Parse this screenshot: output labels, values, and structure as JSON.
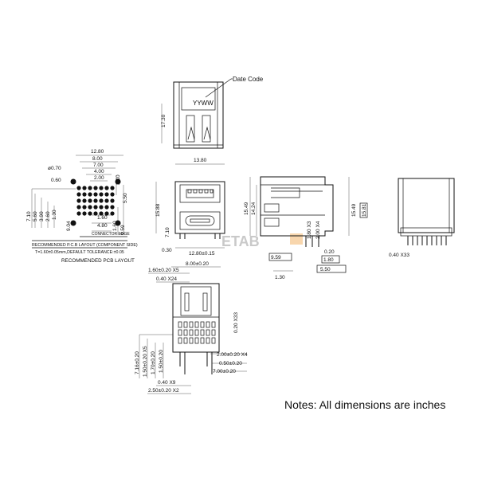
{
  "top_view": {
    "date_code_label": "Date Code",
    "yyww_label": "YYWW",
    "height_dim": "17.30"
  },
  "pcb_layout": {
    "dims_top": [
      "12.80",
      "8.00",
      "7.00",
      "4.00",
      "2.00"
    ],
    "dim_hole": "ø0.70",
    "dim_060": "0.60",
    "dim_210": "2.10",
    "dim_550": "5.50",
    "dims_left": [
      "7.10",
      "5.60",
      "3.90",
      "2.60",
      "1.30"
    ],
    "dim_904": "9.04",
    "dim_959": "9.59",
    "dim_160a": "1.60",
    "dim_480": "4.80",
    "dim_160b": "1.60",
    "connector_edge": "CONNECTOR EDGE",
    "line1": "RECOMMENDED P.C.B LAYOUT (COMPONENT SIDE)",
    "line2": "T=1.60±0.05mm,DEFAULT TOLERANCE:±0.05",
    "line3": "RECOMMENDED PCB LAYOUT"
  },
  "front_view": {
    "width_dim": "13.80",
    "height_dim": "15.88",
    "dim_710": "7.10",
    "bottom_dim": "12.80±0.15",
    "dim_030": "0.30"
  },
  "side_view": {
    "dim_1549": "15.49",
    "dim_1424": "14.24",
    "dim_1549b": "15.49",
    "dim_1581": "15.81",
    "dim_020": "0.20",
    "dim_180x3": "1.80 X3",
    "dim_200x4": "2.00 X4",
    "dim_959": "9.59",
    "dim_180": "1.80",
    "dim_130": "1.30",
    "dim_550": "5.50"
  },
  "rear_view": {
    "dim_040x33": "0.40  X33"
  },
  "bottom_view": {
    "dim_800": "8.00±0.20",
    "dim_160x5": "1.60±0.20  X5",
    "dim_040x24": "0.40  X24",
    "dim_020x33": "0.20  X33",
    "dim_200x4": "2.00±0.20  X4",
    "dim_050": "0.50±0.20",
    "dim_700": "7.00±0.20",
    "dim_716": "7.16±0.20",
    "dim_150x5": "1.50±0.20  X5",
    "dim_170": "1.70±0.20",
    "dim_150": "1.50±0.20",
    "dim_040x9": "0.40  X9",
    "dim_250x2": "2.50±0.20  X2"
  },
  "watermark": "ETAB",
  "notes": "Notes: All dimensions are inches"
}
